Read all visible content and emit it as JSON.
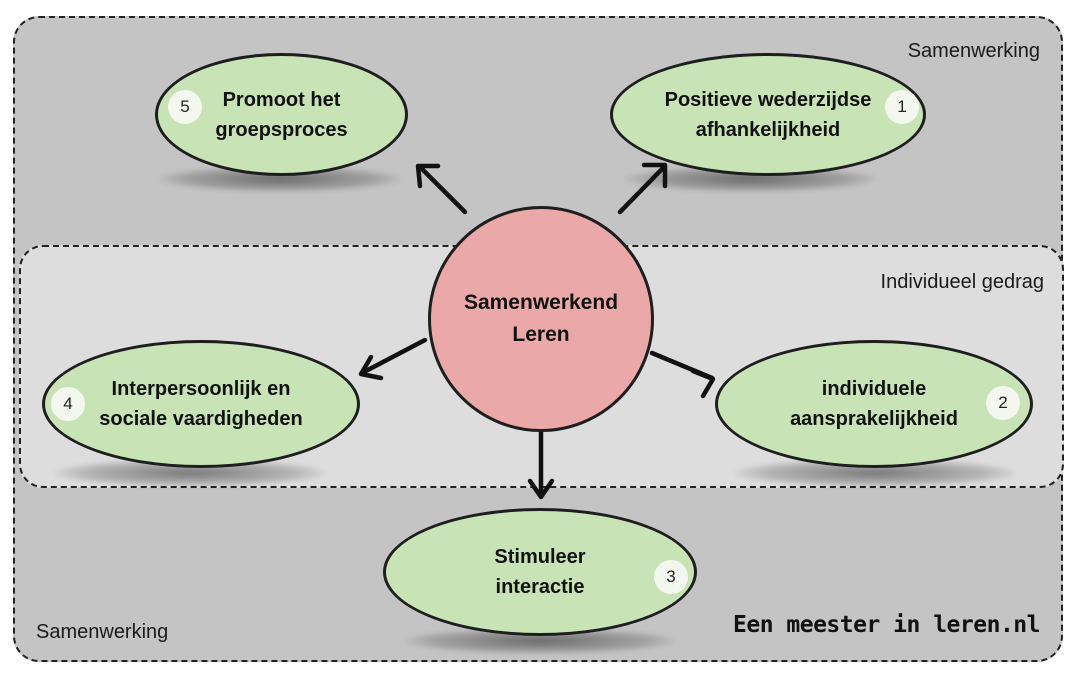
{
  "regions": {
    "top_label": "Samenwerking",
    "band_label": "Individueel gedrag",
    "bottom_label": "Samenwerking"
  },
  "center": {
    "label": "Samenwerkend\nLeren"
  },
  "nodes": [
    {
      "label": "Positieve wederzijdse\nafhankelijkheid",
      "number": "1"
    },
    {
      "label": "individuele\naansprakelijkheid",
      "number": "2"
    },
    {
      "label": "Stimuleer\ninteractie",
      "number": "3"
    },
    {
      "label": "Interpersoonlijk en\nsociale vaardigheden",
      "number": "4"
    },
    {
      "label": "Promoot het\ngroepsproces",
      "number": "5"
    }
  ],
  "brand": "Een meester in leren.nl",
  "colors": {
    "outer_region": "#c4c4c4",
    "band_region": "#dddddd",
    "node_fill": "#c8e3b6",
    "center_fill": "#eba8a8",
    "stroke": "#1e1e1e"
  }
}
